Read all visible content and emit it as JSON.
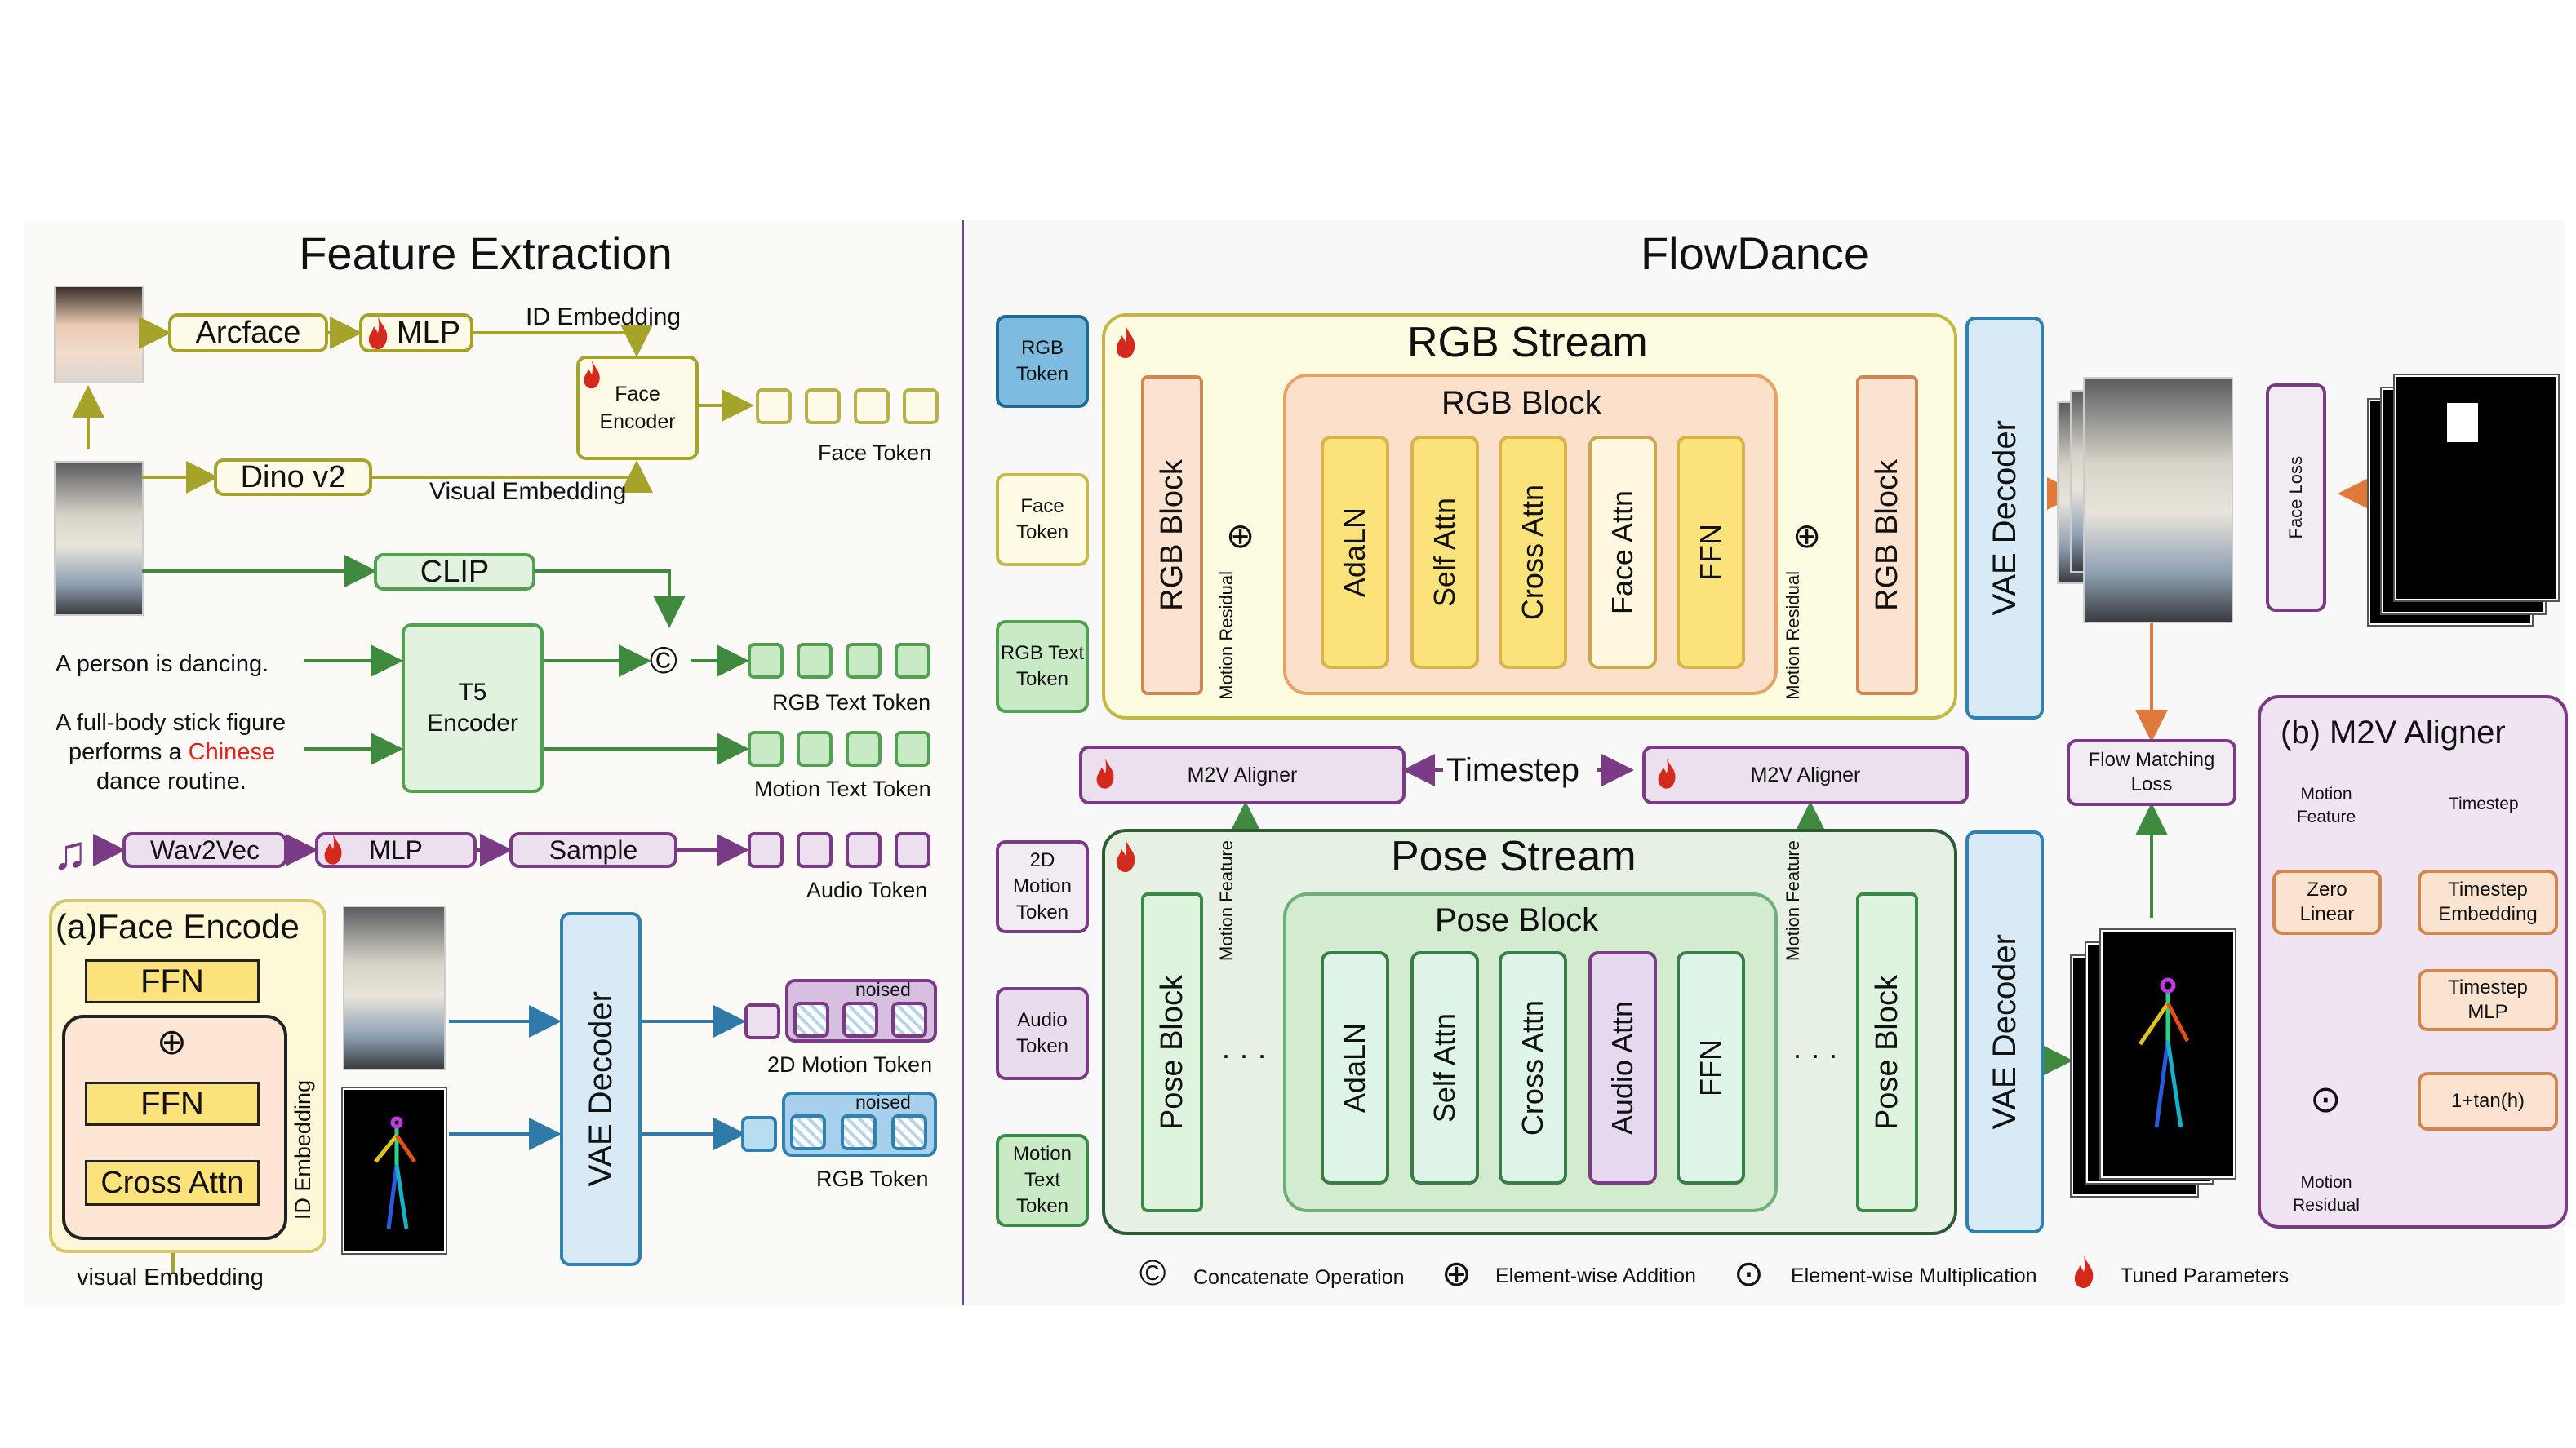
{
  "left": {
    "title": "Feature Extraction",
    "arcface": "Arcface",
    "mlp1": "MLP",
    "id_embedding": "ID Embedding",
    "face_encoder": "Face Encoder",
    "face_token": "Face Token",
    "dino": "Dino v2",
    "visual_embedding": "Visual Embedding",
    "clip": "CLIP",
    "prompt1": "A person is dancing.",
    "prompt2_a": "A full-body stick figure",
    "prompt2_b": "performs a ",
    "prompt2_red": "Chinese",
    "prompt2_c": "dance routine.",
    "t5": "T5 Encoder",
    "concat_symbol": "©",
    "rgb_text_token": "RGB Text Token",
    "motion_text_token": "Motion Text Token",
    "wav2vec": "Wav2Vec",
    "mlp2": "MLP",
    "sample": "Sample",
    "audio_token": "Audio Token",
    "face_encode_title": "(a)Face Encode",
    "ffn_top": "FFN",
    "ffn_inner": "FFN",
    "cross_attn": "Cross Attn",
    "id_embedding_side": "ID Embedding",
    "visual_embedding_bottom": "visual Embedding",
    "vae_decoder": "VAE Decoder",
    "noised1": "noised",
    "noised2": "noised",
    "motion_token_2d": "2D Motion Token",
    "rgb_token": "RGB Token"
  },
  "right": {
    "title": "FlowDance",
    "side_tokens": [
      "RGB Token",
      "Face Token",
      "RGB Text Token",
      "2D Motion Token",
      "Audio Token",
      "Motion Text Token"
    ],
    "rgb_stream": "RGB Stream",
    "rgb_block_title": "RGB Block",
    "rgb_block_side": "RGB Block",
    "rgb_layers": [
      "AdaLN",
      "Self Attn",
      "Cross Attn",
      "Face Attn",
      "FFN"
    ],
    "motion_residual": "Motion Residual",
    "m2v_aligner": "M2V Aligner",
    "timestep": "Timestep",
    "pose_stream": "Pose Stream",
    "pose_block_title": "Pose Block",
    "pose_block_side": "Pose Block",
    "pose_layers": [
      "AdaLN",
      "Self Attn",
      "Cross Attn",
      "Audio Attn",
      "FFN"
    ],
    "motion_feature": "Motion Feature",
    "vae_decoder": "VAE Decoder",
    "face_loss": "Face Loss",
    "flow_matching_loss": "Flow Matching Loss",
    "aligner_title": "(b) M2V Aligner",
    "aligner_motion_feature": "Motion Feature",
    "aligner_timestep": "Timestep",
    "zero_linear": "Zero Linear",
    "timestep_embedding": "Timestep Embedding",
    "timestep_mlp": "Timestep MLP",
    "tanh": "1+tan(h)",
    "aligner_motion_residual": "Motion Residual",
    "dots": "· · ·",
    "odot": "⊙",
    "oplus": "⊕"
  },
  "legend": {
    "concat": "Concatenate Operation",
    "add": "Element-wise Addition",
    "mult": "Element-wise Multiplication",
    "tuned": "Tuned  Parameters"
  },
  "colors": {
    "olive": "#a5a32a",
    "green": "#52a052",
    "purple": "#7a3a86",
    "blue": "#2f82b0",
    "orange": "#e07a3a",
    "flame": "#d42a1e"
  }
}
